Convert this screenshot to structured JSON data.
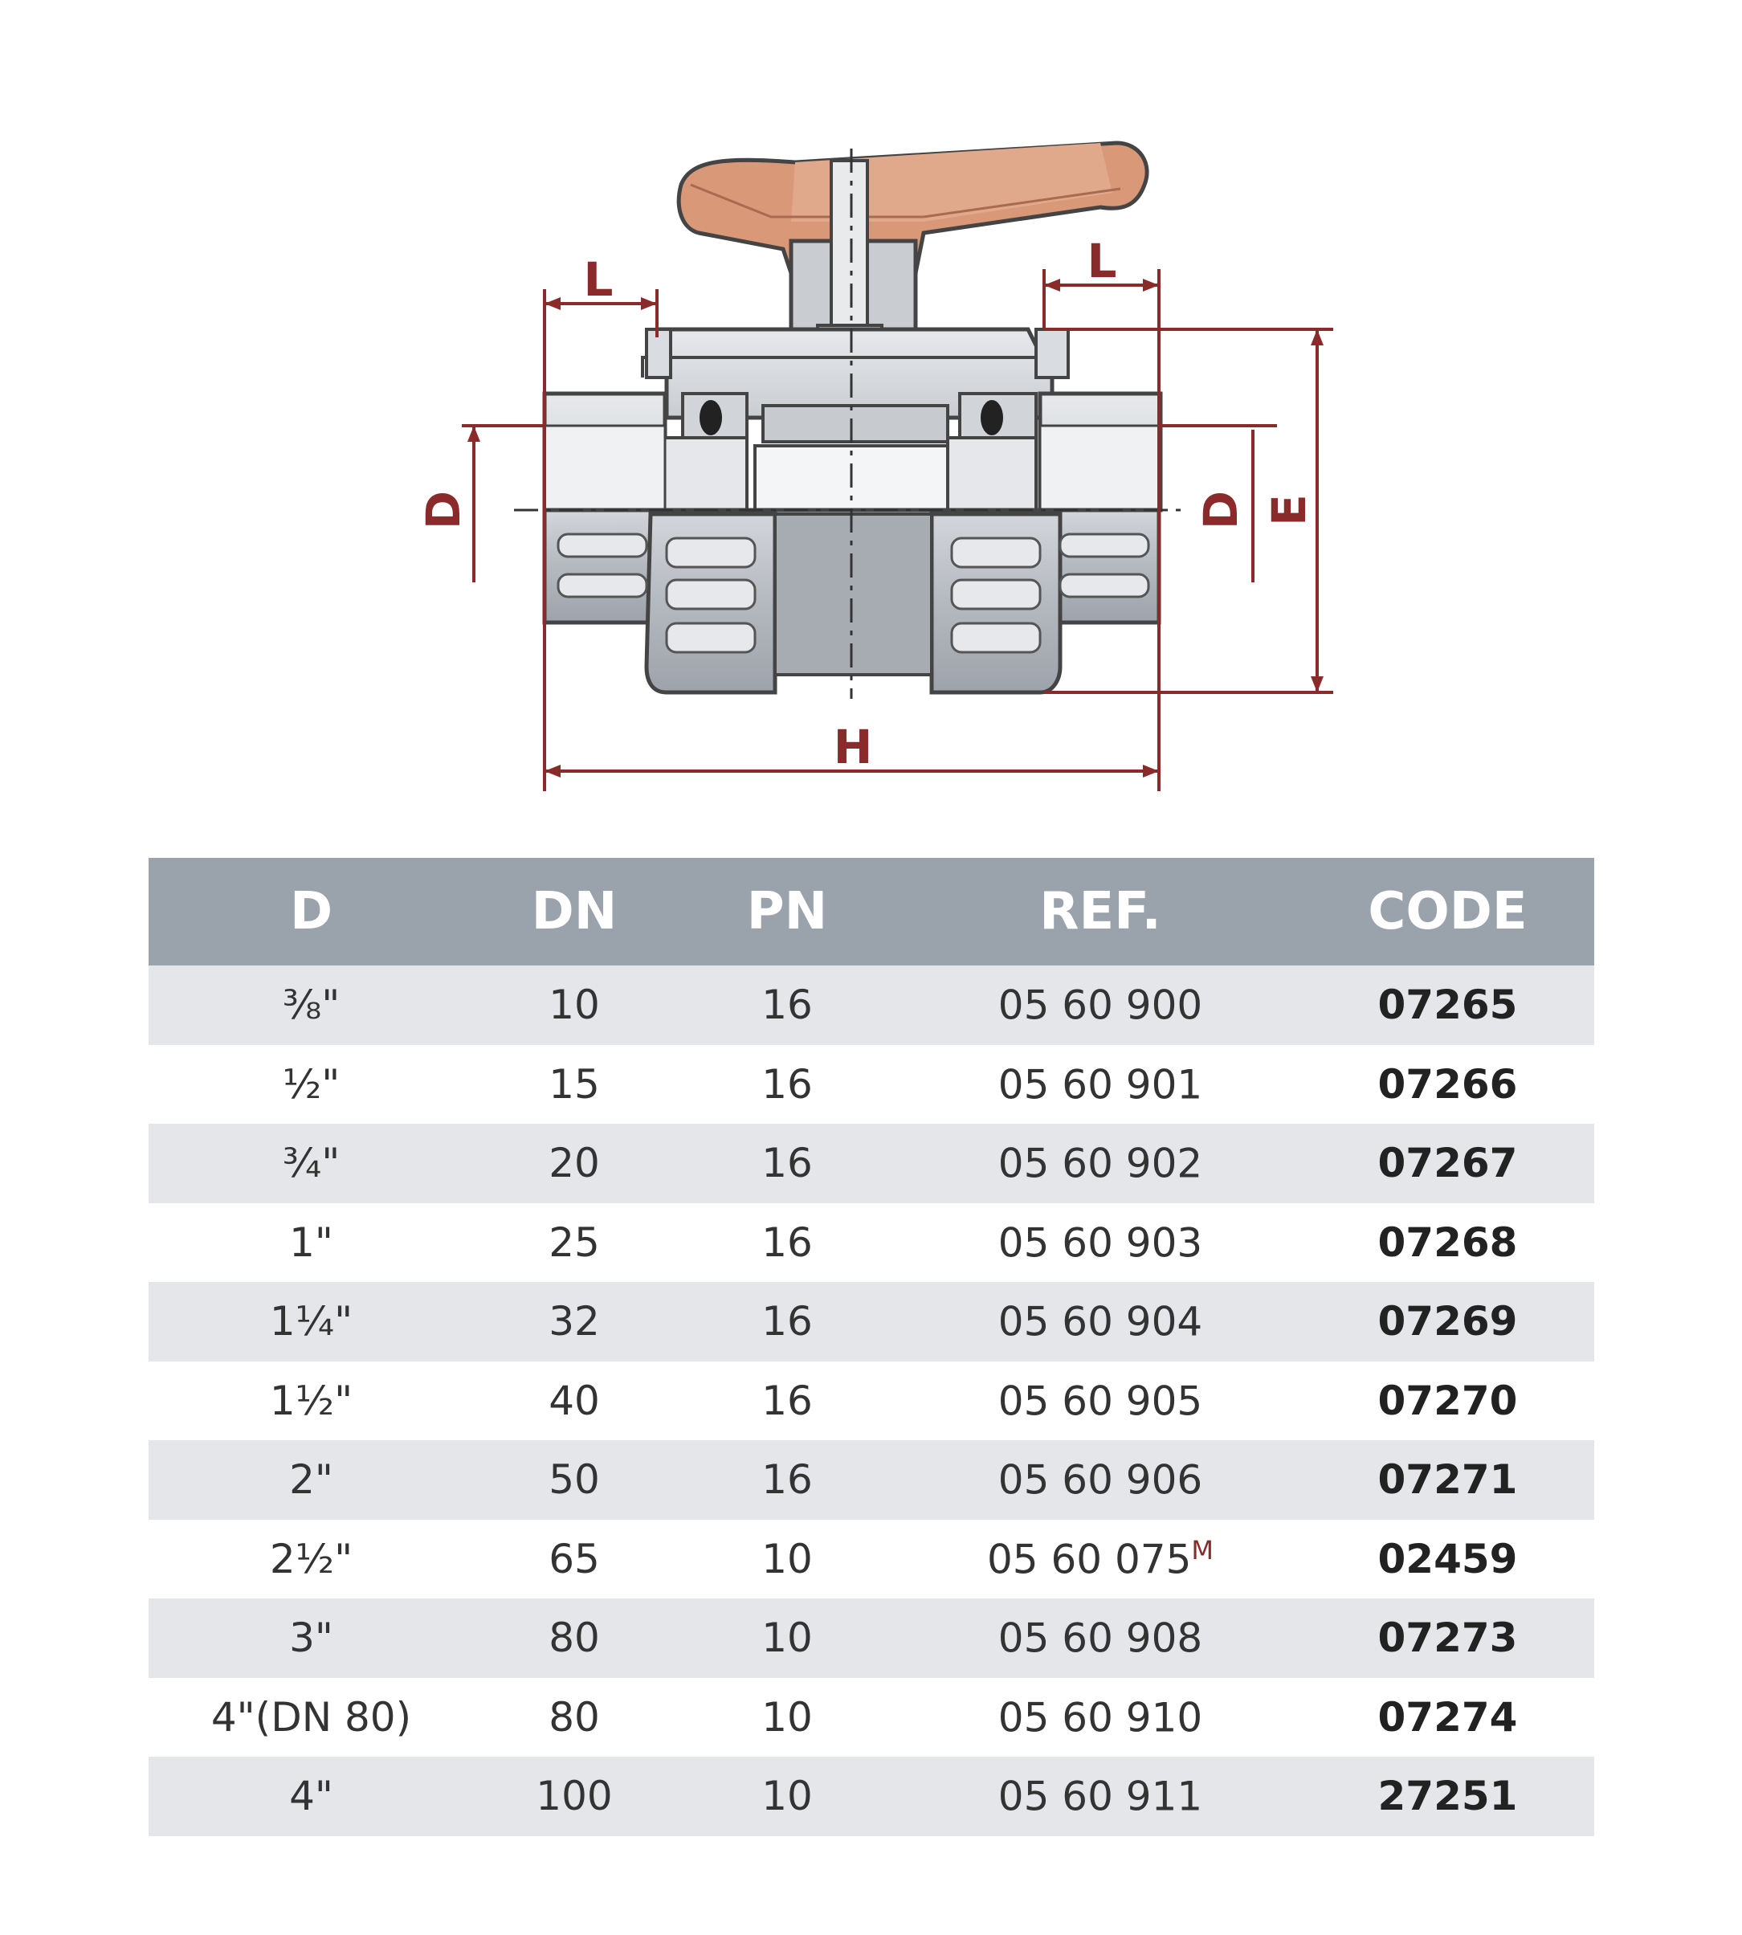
{
  "diagram": {
    "labels": {
      "length_left": "L",
      "length_right": "L",
      "diameter_left": "D",
      "diameter_right": "D",
      "height": "E",
      "overall_length": "H"
    },
    "colors": {
      "dimension_line": "#8b2a2a",
      "handle": "#d99878",
      "body": "#bfc3c9"
    }
  },
  "table": {
    "headers": [
      "D",
      "DN",
      "PN",
      "REF.",
      "CODE"
    ],
    "rows": [
      {
        "d": "⅜\"",
        "dn": "10",
        "pn": "16",
        "ref": "05 60 900",
        "ref_mark": "",
        "code": "07265"
      },
      {
        "d": "½\"",
        "dn": "15",
        "pn": "16",
        "ref": "05 60 901",
        "ref_mark": "",
        "code": "07266"
      },
      {
        "d": "¾\"",
        "dn": "20",
        "pn": "16",
        "ref": "05 60 902",
        "ref_mark": "",
        "code": "07267"
      },
      {
        "d": "1\"",
        "dn": "25",
        "pn": "16",
        "ref": "05 60 903",
        "ref_mark": "",
        "code": "07268"
      },
      {
        "d": "1¼\"",
        "dn": "32",
        "pn": "16",
        "ref": "05 60 904",
        "ref_mark": "",
        "code": "07269"
      },
      {
        "d": "1½\"",
        "dn": "40",
        "pn": "16",
        "ref": "05 60 905",
        "ref_mark": "",
        "code": "07270"
      },
      {
        "d": "2\"",
        "dn": "50",
        "pn": "16",
        "ref": "05 60 906",
        "ref_mark": "",
        "code": "07271"
      },
      {
        "d": "2½\"",
        "dn": "65",
        "pn": "10",
        "ref": "05 60 075",
        "ref_mark": "M",
        "code": "02459"
      },
      {
        "d": "3\"",
        "dn": "80",
        "pn": "10",
        "ref": "05 60 908",
        "ref_mark": "",
        "code": "07273"
      },
      {
        "d": "4\"(DN 80)",
        "dn": "80",
        "pn": "10",
        "ref": "05 60 910",
        "ref_mark": "",
        "code": "07274"
      },
      {
        "d": "4\"",
        "dn": "100",
        "pn": "10",
        "ref": "05 60 911",
        "ref_mark": "",
        "code": "27251"
      }
    ]
  }
}
